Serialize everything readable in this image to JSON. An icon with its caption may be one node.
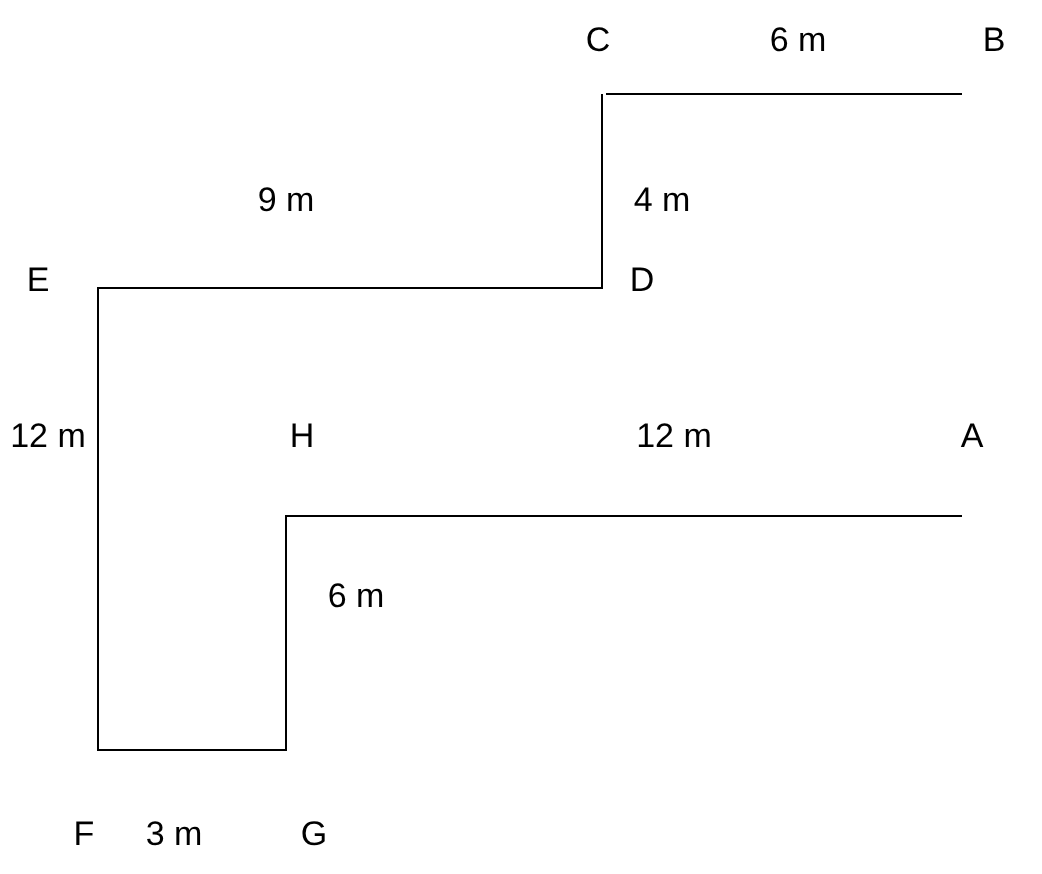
{
  "diagram": {
    "labels": [
      "C",
      "6 m",
      "B",
      "9 m",
      "4 m",
      "E",
      "D",
      "12 m",
      "H",
      "12 m",
      "A",
      "6 m",
      "F",
      "3 m",
      "G"
    ]
  }
}
